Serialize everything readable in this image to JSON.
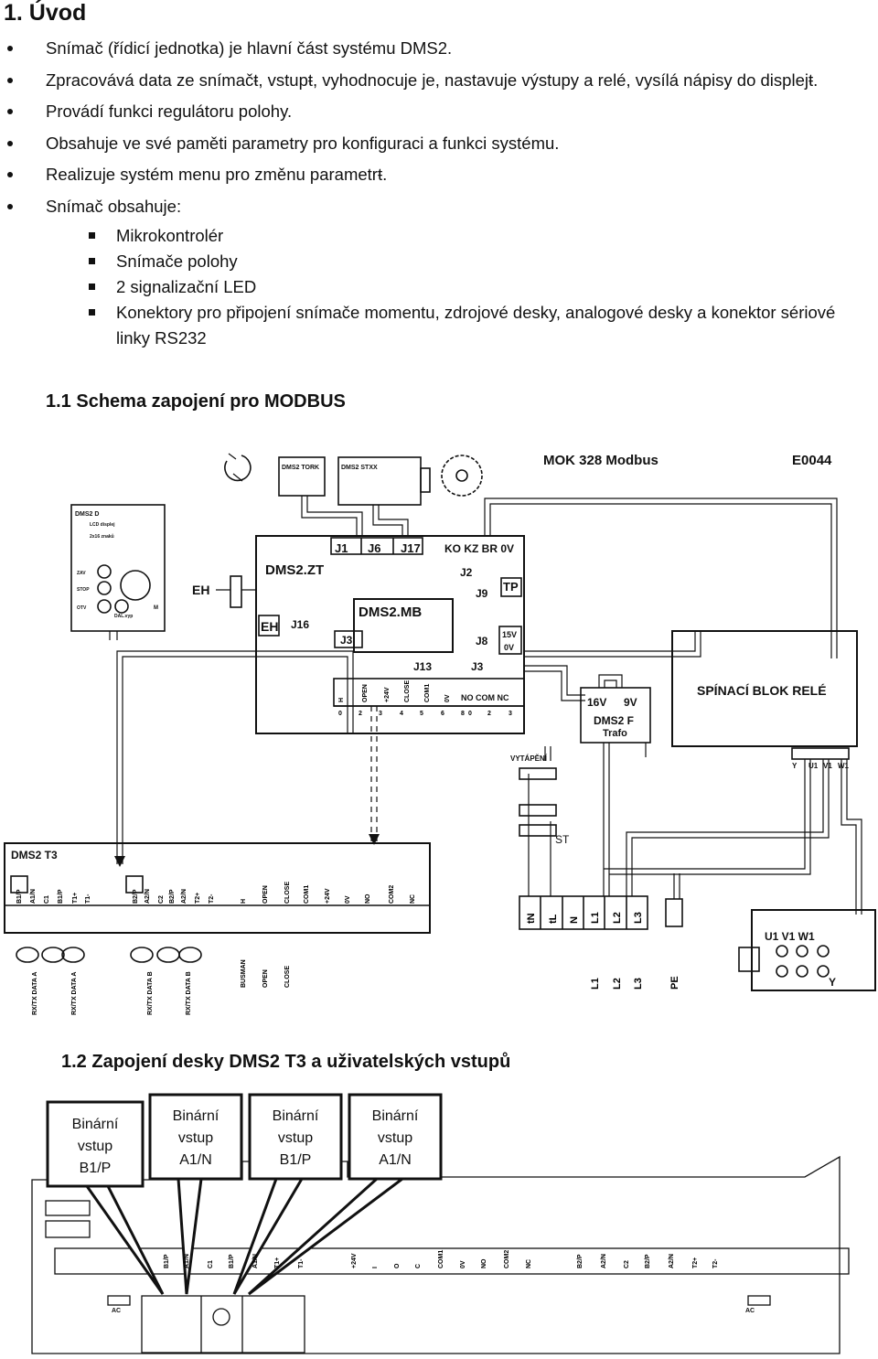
{
  "section_title": "1.  Úvod",
  "bullets": [
    "Snímač (řídicí jednotka) je hlavní část systému DMS2.",
    "Zpracovává data ze snímačŧ, vstupŧ, vyhodnocuje je, nastavuje výstupy a relé, vysílá nápisy do displejŧ.",
    "Provádí funkci regulátoru polohy.",
    "Obsahuje ve své paměti parametry pro konfiguraci a funkci systému.",
    "Realizuje systém menu pro změnu parametrŧ.",
    "Snímač obsahuje:"
  ],
  "sub_bullets": [
    "Mikrokontrolér",
    "Snímače polohy",
    "2 signalizační LED",
    "Konektory pro připojení snímače momentu, zdrojové desky, analogové desky a konektor sériové linky RS232"
  ],
  "heading_modbus": "1.1 Schema zapojení pro MODBUS",
  "heading_t3": "1.2 Zapojení desky DMS2 T3 a uživatelských vstupů",
  "diagram": {
    "title": "MOK 328 Modbus",
    "code": "E0044",
    "tork": "DMS2 TORK",
    "stxx": "DMS2 STXX",
    "d_box": "DMS2 D",
    "d_line1": "LCD displej",
    "d_line2": "2x16 znaků",
    "btn_zav": "ZAV",
    "btn_stop": "STOP",
    "btn_otv": "OTV",
    "btn_dal": "DAL.vyp",
    "btn_m": "M",
    "eh": "EH",
    "zt": "DMS2.ZT",
    "mb": "DMS2.MB",
    "j1": "J1",
    "j6": "J6",
    "j17": "J17",
    "j2": "J2",
    "j9": "J9",
    "j8": "J8",
    "j16": "J16",
    "j3": "J3",
    "j13": "J13",
    "j3b": "J3",
    "ko_row": "KO  KZ  BR  0V",
    "tp": "TP",
    "v15": "15V",
    "v0": "0V",
    "zt_terms": [
      "H",
      "OPEN",
      "+24V",
      "CLOSE",
      "COM1",
      "0V"
    ],
    "zt_terms2": "NO  COM  NC",
    "zt_nums": [
      "0",
      "2",
      "3",
      "4",
      "5",
      "6",
      "8",
      "0",
      "2",
      "3"
    ],
    "rele": "SPÍNACÍ BLOK RELÉ",
    "trafo_v1": "16V",
    "trafo_v2": "9V",
    "trafo_name": "DMS2 F",
    "trafo_sub": "Trafo",
    "vytapeni": "VYTÁPĚNÍ",
    "st": "ST",
    "t3": "DMS2 T3",
    "t3_terms": [
      "B1/P",
      "A1/N",
      "C1",
      "B1/P",
      "T1+",
      "T1-",
      "B2/P",
      "A2/N",
      "C2",
      "B2/P",
      "A2/N",
      "T2+",
      "T2-",
      "H",
      "OPEN",
      "CLOSE",
      "COM1",
      "+24V",
      "0V",
      "NO",
      "COM2",
      "NC"
    ],
    "t3_bottom": [
      "RX/TX DATA A",
      "RX/TX DATA A",
      "RX/TX DATA B",
      "RX/TX DATA B"
    ],
    "t3_inputs": [
      "BUSMAN",
      "OPEN",
      "CLOSE"
    ],
    "power_terms": [
      "tN",
      "tL",
      "N",
      "L1",
      "L2",
      "L3"
    ],
    "power_bottom": [
      "L1",
      "L2",
      "L3",
      "PE"
    ],
    "rele_outs": [
      "Y",
      "U1",
      "V1",
      "W1"
    ],
    "motor_terms": "U1 V1 W1",
    "motor_y": "Y"
  },
  "callouts": [
    {
      "l1": "Binární",
      "l2": "vstup",
      "l3": "B1/P"
    },
    {
      "l1": "Binární",
      "l2": "vstup",
      "l3": "A1/N"
    },
    {
      "l1": "Binární",
      "l2": "vstup",
      "l3": "B1/P"
    },
    {
      "l1": "Binární",
      "l2": "vstup",
      "l3": "A1/N"
    }
  ],
  "board_terms": [
    "B1/P",
    "A1/N",
    "C1",
    "B1/P",
    "A1/N",
    "T1+",
    "T1-",
    "+24V",
    "I",
    "O",
    "C",
    "COM1",
    "0V",
    "NO",
    "COM2",
    "NC",
    "B2/P",
    "A2/N",
    "C2",
    "B2/P",
    "A2/N",
    "T2+",
    "T2-"
  ],
  "board_ac": [
    "AC",
    "AC"
  ]
}
